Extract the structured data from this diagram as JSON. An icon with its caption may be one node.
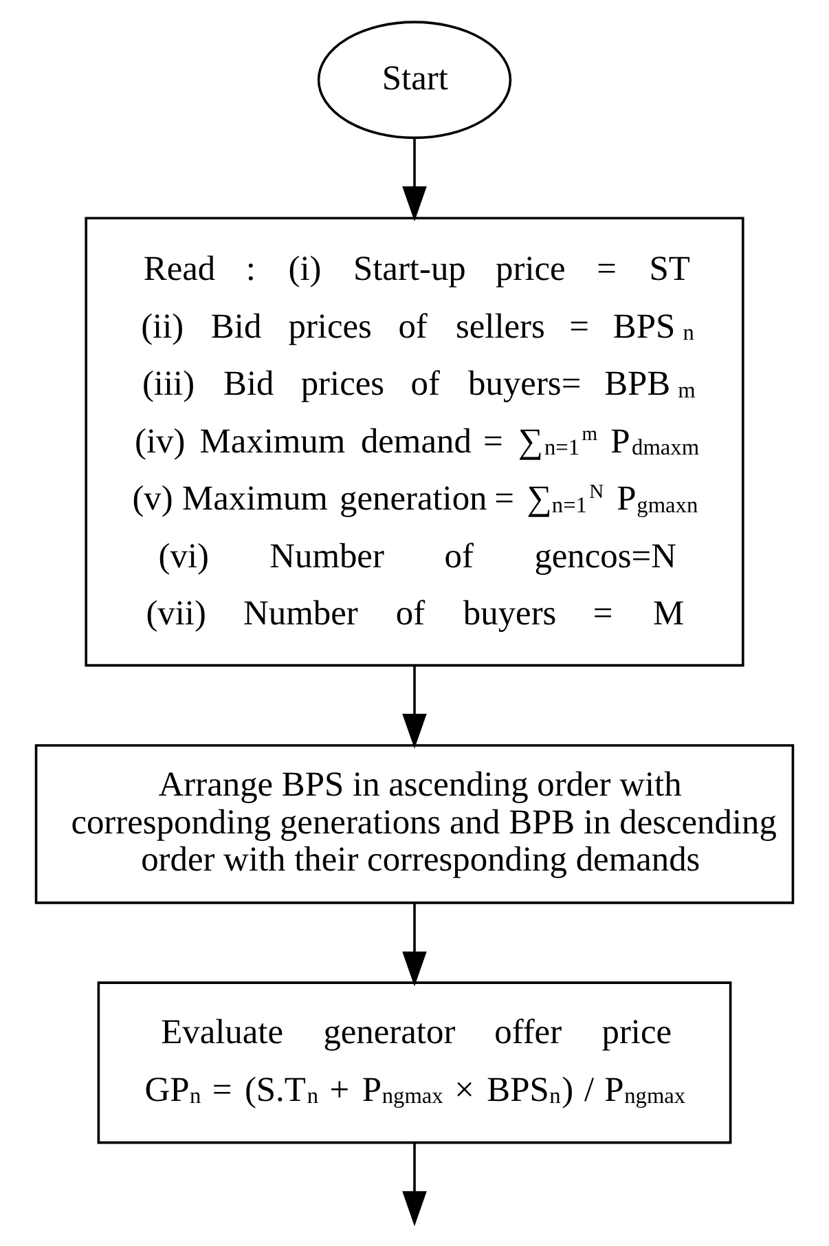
{
  "diagram": {
    "nodes": [
      {
        "text": [
          "Start"
        ]
      },
      {
        "text": [
          "Read : (i) Start-up price = ST",
          "(ii) Bid prices of sellers = BPS$_{n}$",
          "(iii) Bid prices of buyers= BPB$_{m}$",
          "(iv) Maximum demand = ∑$_{n=1}$$^{m}$ P$_{dmax}$$_{m}$",
          "(v) Maximum generation = ∑$_{n=1}$$^{N}$ P$_{gmax}$$_{n}$",
          "(vi) Number of gencos=N",
          "(vii) Number of buyers = M"
        ]
      },
      {
        "text": [
          "Arrange BPS in ascending order with corresponding generations and BPB in descending order with their corresponding demands"
        ]
      },
      {
        "text": [
          "Evaluate generator offer price",
          "GP$_{n}$ = (S.T$_{n}$ + P$_{ngmax}$ × BPS$_{n}$) / P$_{ngmax}$"
        ]
      }
    ],
    "edges": [
      {
        "from": 0,
        "to": 1,
        "arrow": "to"
      },
      {
        "from": 1,
        "to": 2,
        "arrow": "to"
      },
      {
        "from": 2,
        "to": 3,
        "arrow": "to"
      },
      {
        "from": 3,
        "to": null,
        "arrow": "to"
      }
    ]
  }
}
